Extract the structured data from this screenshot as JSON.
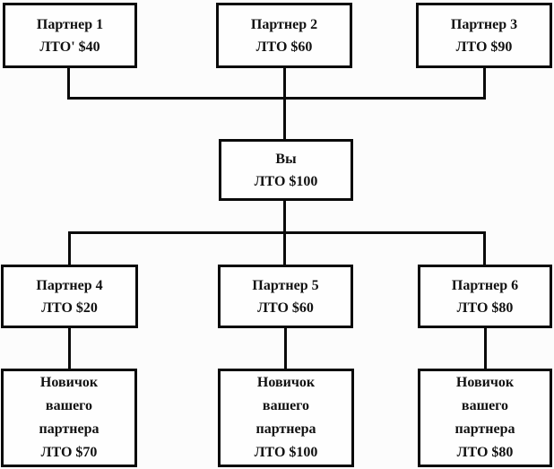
{
  "page": {
    "background": "#fcfcfc",
    "line_color": "#0a0a0a",
    "box_background": "#fefefe"
  },
  "diagram": {
    "top_row": [
      {
        "title": "Партнер 1",
        "value": "ЛТО' $40"
      },
      {
        "title": "Партнер 2",
        "value": "ЛТО $60"
      },
      {
        "title": "Партнер 3",
        "value": "ЛТО $90"
      }
    ],
    "you": {
      "title": "Вы",
      "value": "ЛТО $100"
    },
    "middle_row": [
      {
        "title": "Партнер 4",
        "value": "ЛТО $20"
      },
      {
        "title": "Партнер 5",
        "value": "ЛТО $60"
      },
      {
        "title": "Партнер 6",
        "value": "ЛТО $80"
      }
    ],
    "bottom_row": [
      {
        "title": "Новичок\nвашего\nпартнера",
        "value": "ЛТО $70"
      },
      {
        "title": "Новичок\nвашего\nпартнера",
        "value": "ЛТО $100"
      },
      {
        "title": "Новичок\nвашего\nпартнера",
        "value": "ЛТО $80"
      }
    ]
  }
}
